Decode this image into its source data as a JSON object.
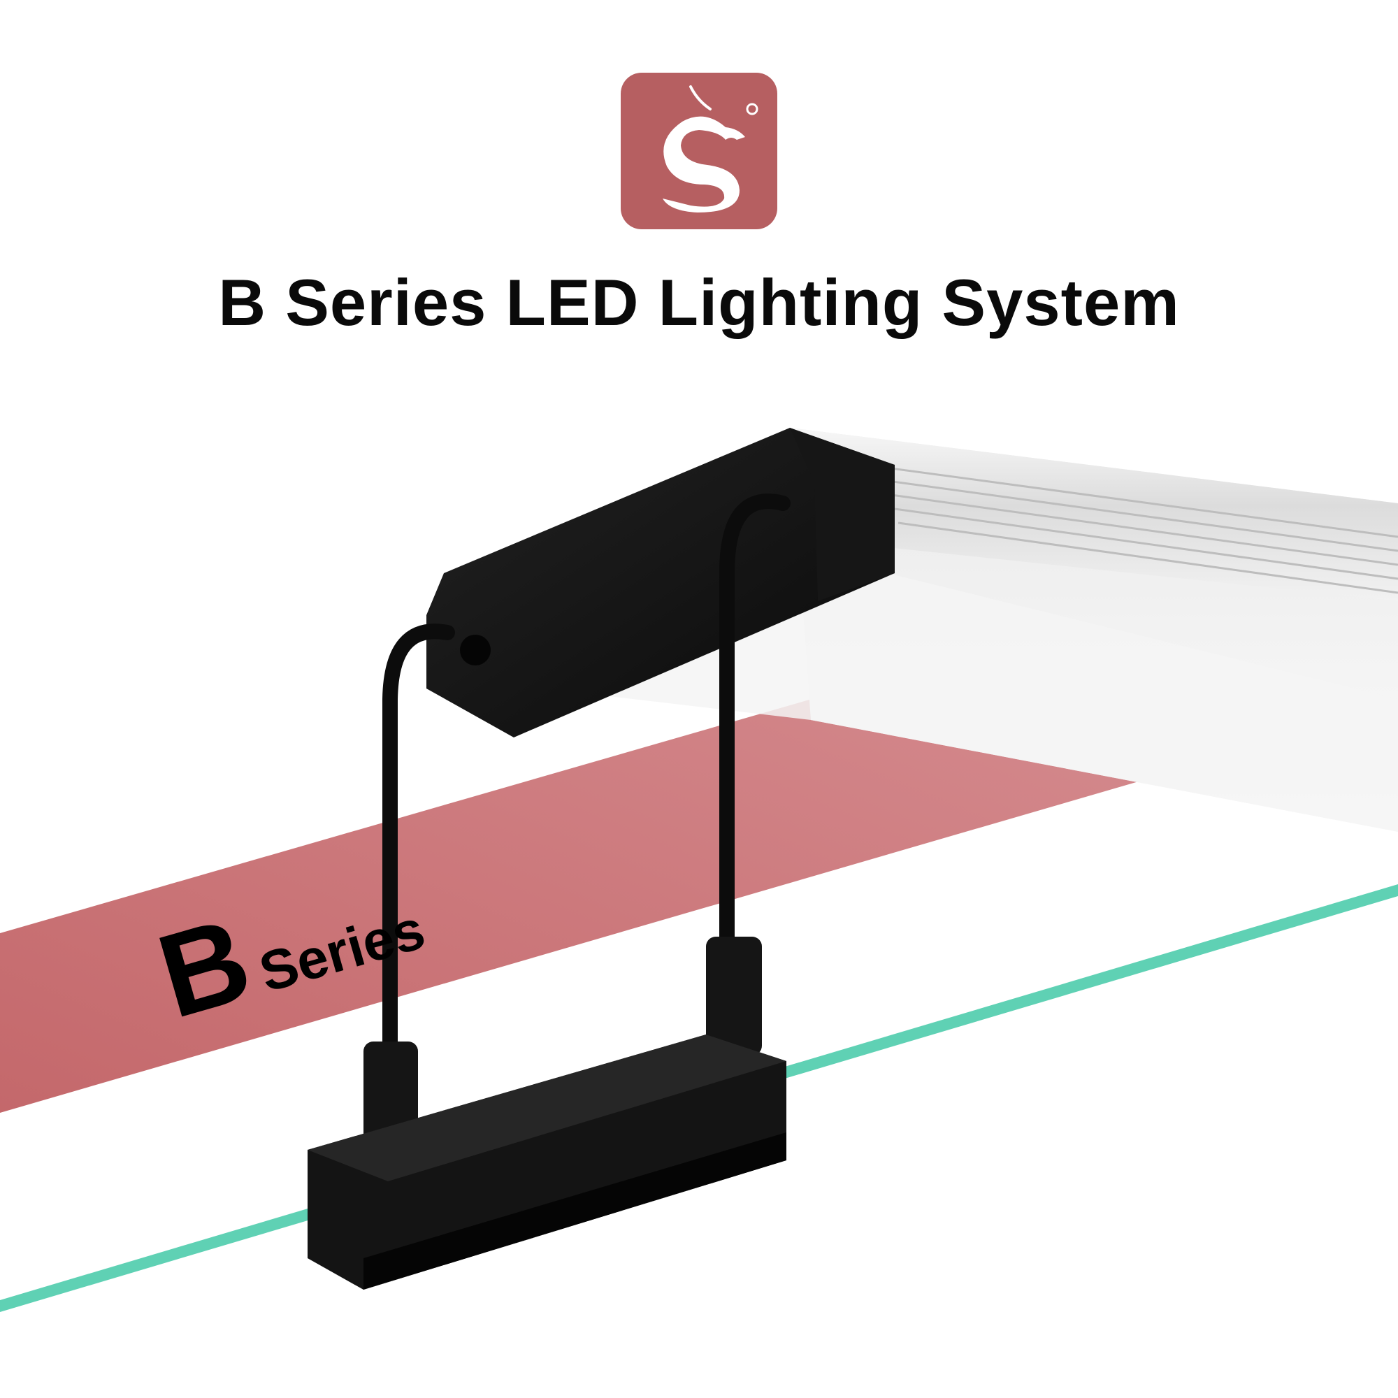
{
  "brand": {
    "logo_icon": "dragon-s-logo-icon",
    "logo_color": "#b65f61"
  },
  "headline": {
    "title": "B Series LED Lighting System"
  },
  "band": {
    "letter": "B",
    "word": "Series",
    "color": "#c97a7d"
  },
  "product": {
    "icon": "led-light-bar-with-bracket",
    "glass_edge_color": "#5fd1b4"
  }
}
